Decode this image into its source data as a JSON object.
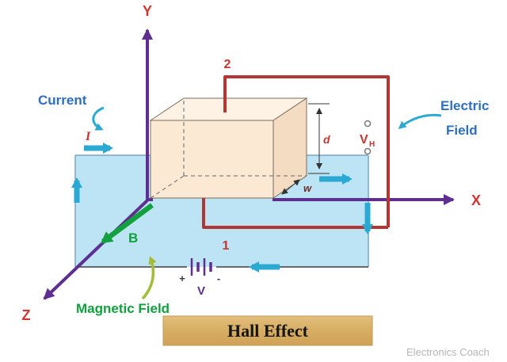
{
  "diagram": {
    "title": "Hall Effect",
    "watermark": "Electronics Coach",
    "axes": {
      "x_label": "X",
      "y_label": "Y",
      "z_label": "Z"
    },
    "annotations": {
      "current_label": "Current",
      "current_symbol": "I",
      "electric_field_line1": "Electric",
      "electric_field_line2": "Field",
      "magnetic_field_label": "Magnetic Field",
      "magnetic_flux_symbol": "B",
      "hall_voltage_symbol": "V",
      "hall_voltage_subscript": "H",
      "battery_symbol": "V",
      "battery_plus": "+",
      "battery_minus": "-",
      "wire_top_number": "2",
      "wire_bottom_number": "1",
      "thickness_dim": "d",
      "width_dim": "w"
    },
    "colors": {
      "axis_purple": "#5e2f91",
      "label_red": "#c9332e",
      "wire_red": "#b23732",
      "plate_blue": "#bce4f5",
      "slab_face": "#fbe9d4",
      "current_cyan": "#2aa9d2",
      "field_green": "#13a13f",
      "label_blue": "#2d6fc0",
      "banner_tan": "#d9b168"
    }
  }
}
